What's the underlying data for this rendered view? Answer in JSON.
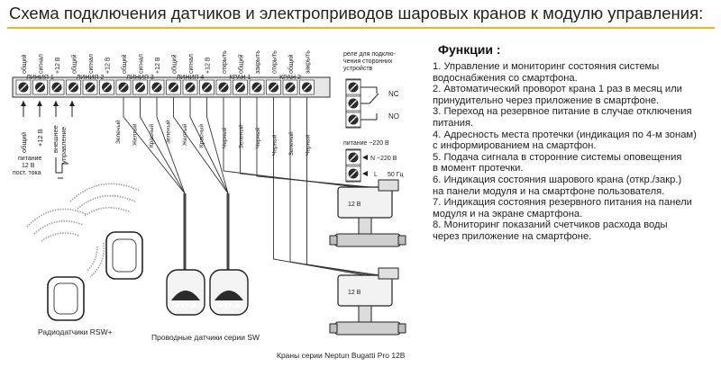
{
  "title": "Схема подключения датчиков и электроприводов шаровых кранов к модулю управления:",
  "terminal_labels": [
    "общий",
    "сигнал",
    "+12 В",
    "общий",
    "сигнал",
    "+12 В",
    "общий",
    "сигнал",
    "+12 В",
    "общий",
    "сигнал",
    "+12 В",
    "открыть",
    "общий",
    "закрыть",
    "открыть",
    "общий",
    "закрыть"
  ],
  "groups": [
    "ЛИНИЯ 1",
    "ЛИНИЯ 2",
    "ЛИНИЯ 3",
    "ЛИНИЯ 4",
    "КРАН 1",
    "КРАН 2"
  ],
  "relay_label": [
    "реле для подклю-",
    "чения сторонних",
    "устройств"
  ],
  "relay_contacts": [
    "NC",
    "NO"
  ],
  "left_inputs": [
    "общий",
    "+12 В",
    "внешнее",
    "управление"
  ],
  "power_note": [
    "питание",
    "12 В",
    "пост. тока"
  ],
  "mains": {
    "label": "питание ~220 В",
    "n": "N ~220 В",
    "l": "L",
    "freq": "50 Гц"
  },
  "wires_sensor": [
    "Зеленый",
    "Желтый",
    "Красный"
  ],
  "wires_valve": [
    "Черный",
    "Зеленый",
    "Черный"
  ],
  "valve_voltage": "12 В",
  "brand": "NEPTUN",
  "captions": {
    "radio": "Радиодатчики RSW+",
    "wired": "Проводные датчики серии SW",
    "valves": "Краны серии Neptun Bugatti Pro 12B"
  },
  "functions_title": "Функции :",
  "functions": [
    "1. Управление и мониторинг состояния системы",
    "водоснабжения со смартфона.",
    "2. Автоматический проворот крана 1 раз в месяц или",
    "принудительно через приложение в смартфоне.",
    "3. Переход на резервное питание в случае отключения",
    "питания.",
    "4. Адресность места протечки (индикация по 4-м зонам)",
    "с информированием на смартфон.",
    "5. Подача сигнала в сторонние системы оповещения",
    "в момент протечки.",
    "6. Индикация состояния шарового крана (откр./закр.)",
    "на панели модуля и на смартфоне пользователя.",
    "7. Индикация состояния резервного питания на панели",
    "модуля и на экране смартфона.",
    "8. Мониторинг показаний счетчиков расхода воды",
    "через приложение на смартфоне."
  ],
  "colors": {
    "accent": "#f3b41a",
    "terminal": "#2b2b2b",
    "text": "#222222"
  }
}
